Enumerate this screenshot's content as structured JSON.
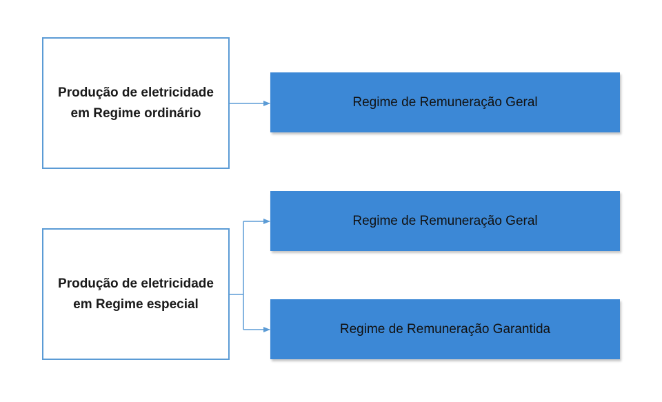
{
  "diagram": {
    "source_ordinary": {
      "line1": "Produção de eletricidade",
      "line2": "em Regime ordinário"
    },
    "source_special": {
      "line1": "Produção de eletricidade",
      "line2": "em Regime especial"
    },
    "targets": {
      "ordinary_general": "Regime de Remuneração Geral",
      "special_general": "Regime de Remuneração Geral",
      "special_guaranteed": "Regime de Remuneração Garantida"
    },
    "colors": {
      "source_border": "#5b9bd5",
      "target_fill": "#3c88d6",
      "connector": "#5b9bd5"
    }
  }
}
